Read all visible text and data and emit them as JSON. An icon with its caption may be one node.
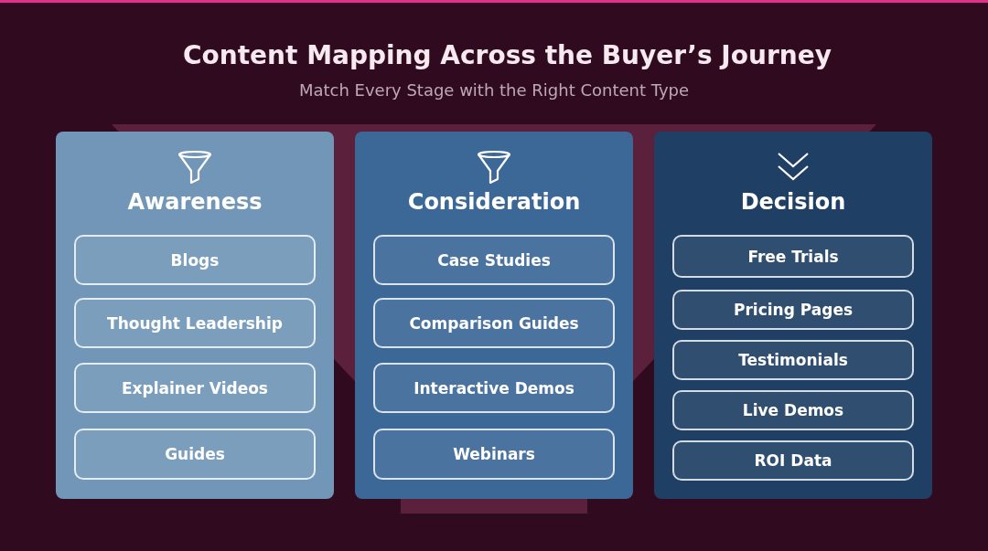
{
  "diagram": {
    "title": "Content Mapping Across the Buyer’s Journey",
    "nodes": [
      {
        "text": [
          "Awareness"
        ]
      },
      {
        "text": [
          "Blogs"
        ],
        "in": 0
      },
      {
        "text": [
          "Thought Leadership"
        ],
        "in": 0
      },
      {
        "text": [
          "Explainer Videos"
        ],
        "in": 0
      },
      {
        "text": [
          "Guides"
        ],
        "in": 0
      },
      {
        "text": [
          "Consideration"
        ]
      },
      {
        "text": [
          "Case Studies"
        ],
        "in": 5
      },
      {
        "text": [
          "Comparison Guides"
        ],
        "in": 5
      },
      {
        "text": [
          "Interactive Demos"
        ],
        "in": 5
      },
      {
        "text": [
          "Webinars"
        ],
        "in": 5
      },
      {
        "text": [
          "Decision"
        ]
      },
      {
        "text": [
          "Free Trials"
        ],
        "in": 10
      },
      {
        "text": [
          "Pricing Pages"
        ],
        "in": 10
      },
      {
        "text": [
          "Testimonials"
        ],
        "in": 10
      },
      {
        "text": [
          "Live Demos"
        ],
        "in": 10
      },
      {
        "text": [
          "ROI Data"
        ],
        "in": 10
      }
    ],
    "labels": [
      "Match Every Stage with the Right Content Type"
    ]
  }
}
